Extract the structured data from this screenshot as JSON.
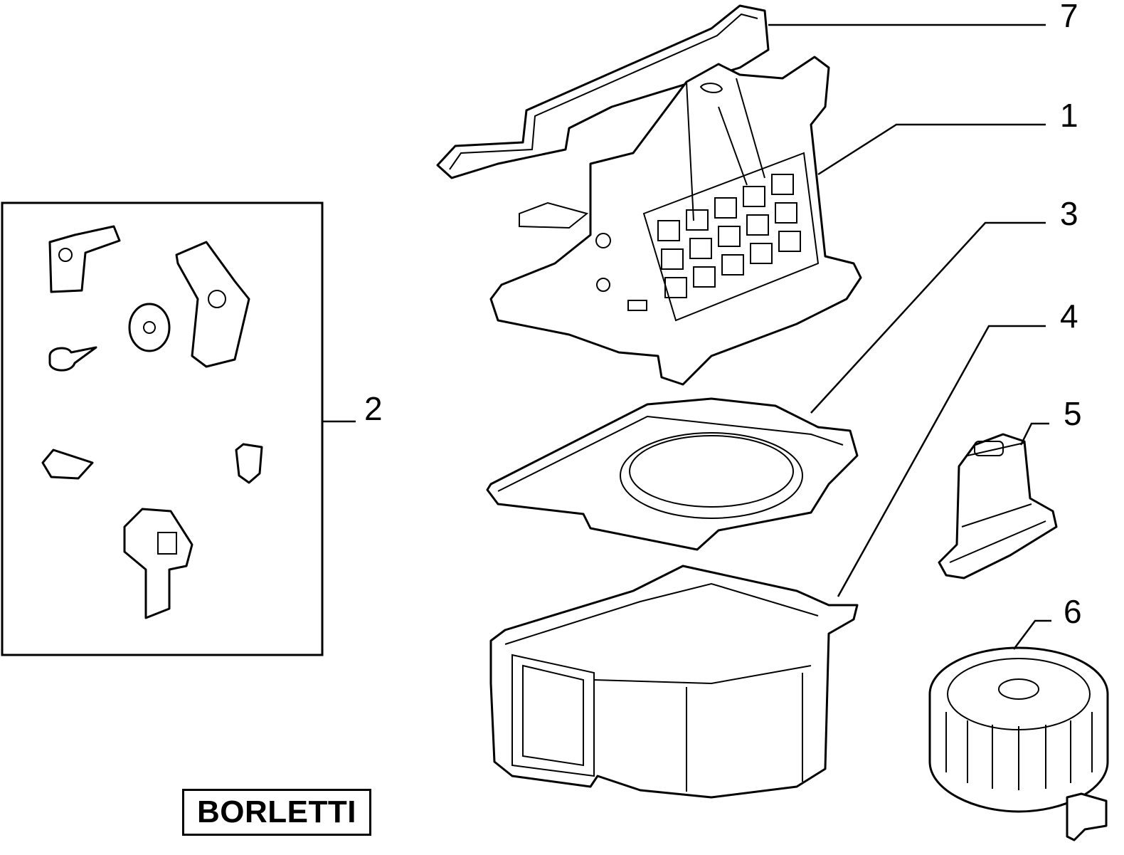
{
  "callouts": [
    {
      "id": "7",
      "label": "7"
    },
    {
      "id": "1",
      "label": "1"
    },
    {
      "id": "3",
      "label": "3"
    },
    {
      "id": "4",
      "label": "4"
    },
    {
      "id": "5",
      "label": "5"
    },
    {
      "id": "6",
      "label": "6"
    },
    {
      "id": "2",
      "label": "2"
    }
  ],
  "brand": {
    "label": "BORLETTI"
  },
  "colors": {
    "line": "#000000",
    "background": "#ffffff"
  }
}
